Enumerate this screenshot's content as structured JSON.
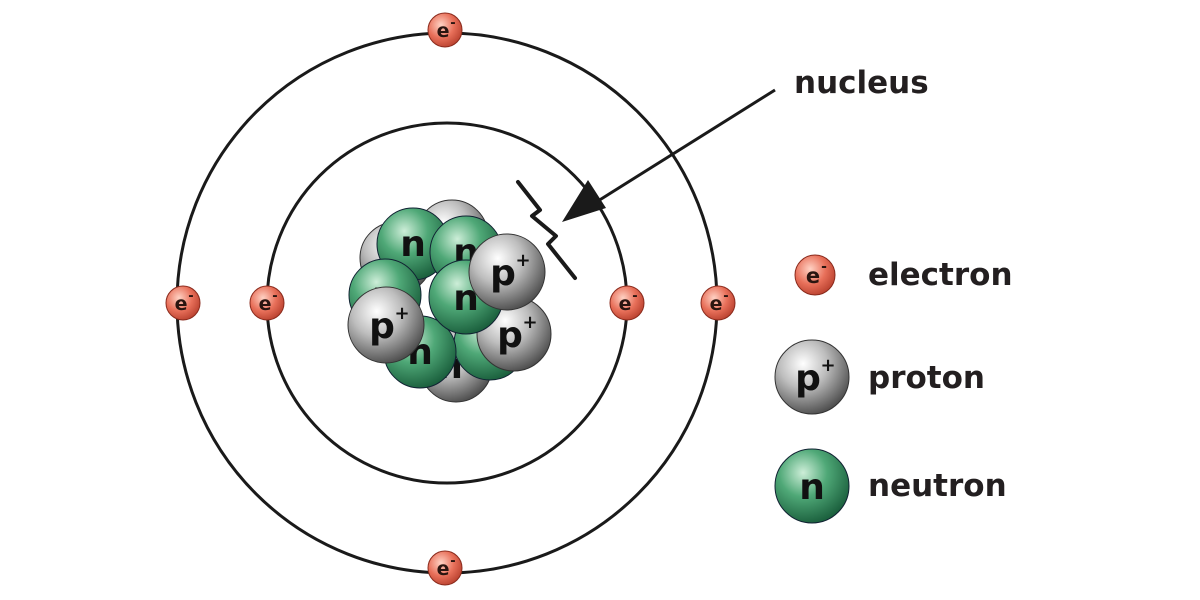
{
  "colors": {
    "orbit": "#1a1a1a",
    "electron_base": "#e8705a",
    "electron_dark": "#b8402e",
    "proton_light": "#f2f2f2",
    "proton_dark": "#555555",
    "neutron_light": "#7cc79a",
    "neutron_dark": "#1f6a45"
  },
  "particle_text": {
    "electron_main": "e",
    "electron_sup": "-",
    "proton_main": "p",
    "proton_sup": "+",
    "neutron_main": "n"
  },
  "callout": {
    "label": "nucleus"
  },
  "legend": {
    "electron": "electron",
    "proton": "proton",
    "neutron": "neutron"
  }
}
